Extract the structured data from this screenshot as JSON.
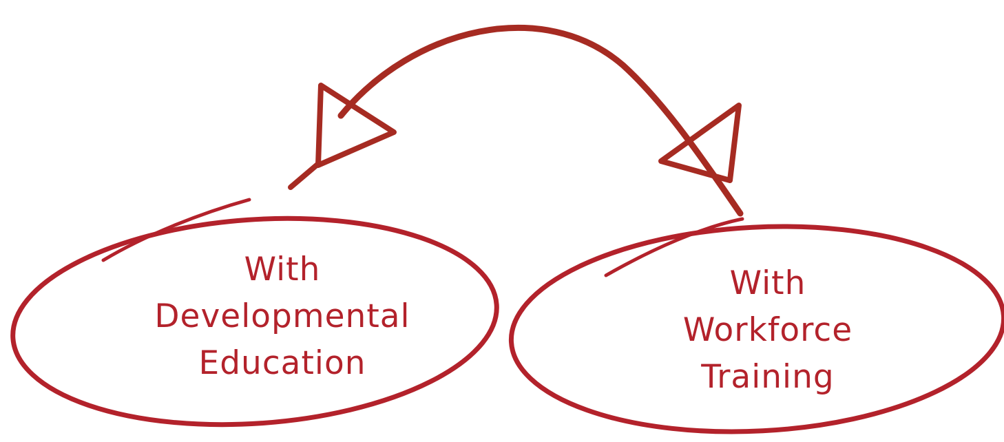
{
  "colors": {
    "ink": "#b3222b",
    "arrow": "#a62b22"
  },
  "nodes": [
    {
      "lines": [
        "With",
        "Developmental",
        "Education"
      ]
    },
    {
      "lines": [
        "With",
        "Workforce",
        "Training"
      ]
    }
  ]
}
